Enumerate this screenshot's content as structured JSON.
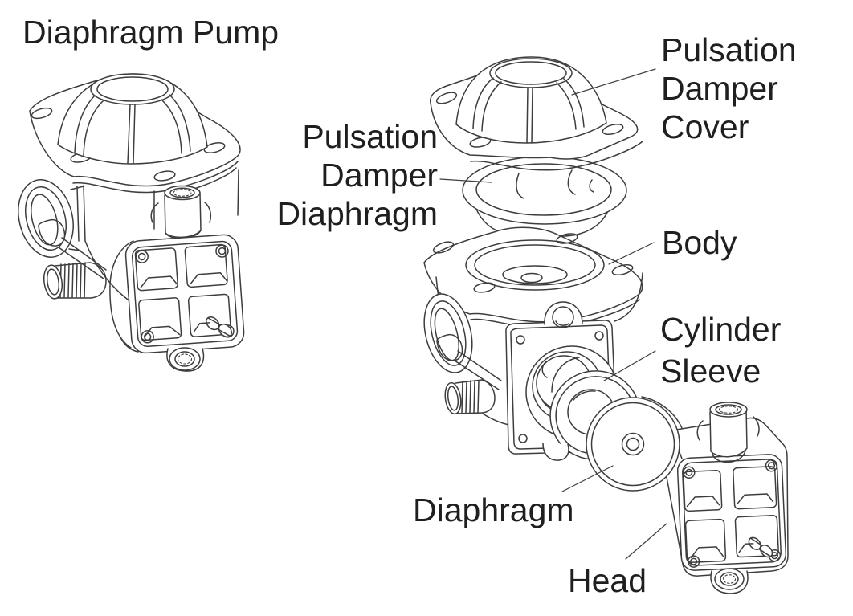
{
  "title": "Diaphragm Pump",
  "colors": {
    "line": "#3d3d3d",
    "text": "#1f1f1f",
    "background": "#ffffff"
  },
  "labels": {
    "pulsation_damper_cover": [
      "Pulsation",
      "Damper",
      "Cover"
    ],
    "pulsation_damper_diaphragm": [
      "Pulsation",
      "Damper",
      "Diaphragm"
    ],
    "body": [
      "Body"
    ],
    "cylinder_sleeve": [
      "Cylinder",
      "Sleeve"
    ],
    "diaphragm": [
      "Diaphragm"
    ],
    "head": [
      "Head"
    ]
  }
}
